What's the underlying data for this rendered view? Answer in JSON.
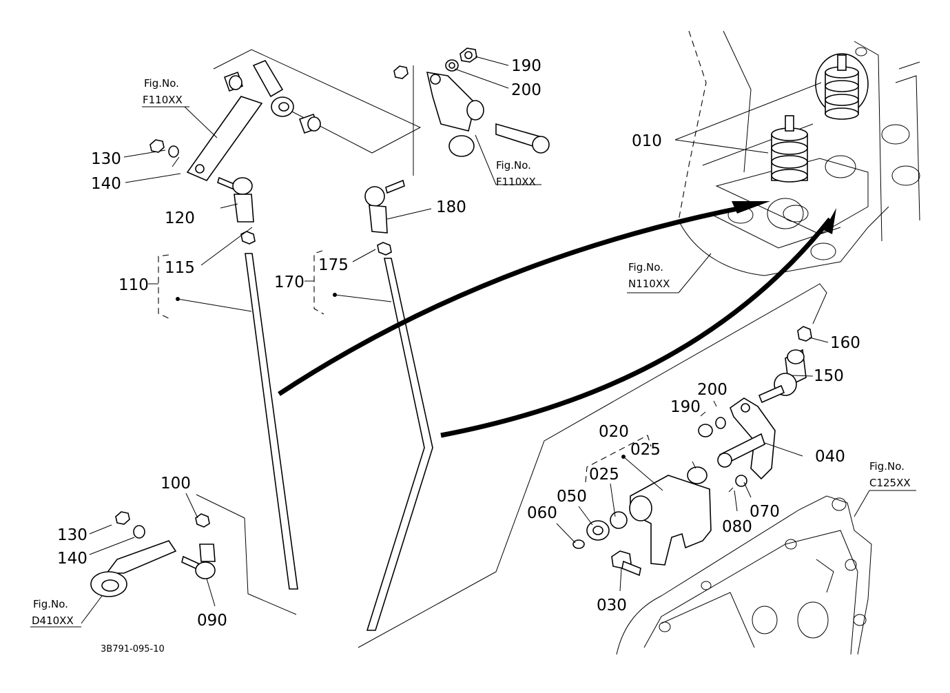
{
  "diagram": {
    "drawing_code": "3B791-095-10",
    "part_labels": {
      "p010": "010",
      "p020": "020",
      "p025a": "025",
      "p025b": "025",
      "p030": "030",
      "p040": "040",
      "p050": "050",
      "p060": "060",
      "p070": "070",
      "p080": "080",
      "p090": "090",
      "p100": "100",
      "p110": "110",
      "p115": "115",
      "p120": "120",
      "p130a": "130",
      "p130b": "130",
      "p140a": "140",
      "p140b": "140",
      "p150": "150",
      "p160": "160",
      "p170": "170",
      "p175": "175",
      "p180": "180",
      "p190a": "190",
      "p190b": "190",
      "p200a": "200",
      "p200b": "200"
    },
    "figure_refs": {
      "fig_prefix": "Fig.No.",
      "f110_left": "F110XX",
      "f110_right": "F110XX",
      "n110": "N110XX",
      "c125": "C125XX",
      "d410": "D410XX"
    }
  }
}
